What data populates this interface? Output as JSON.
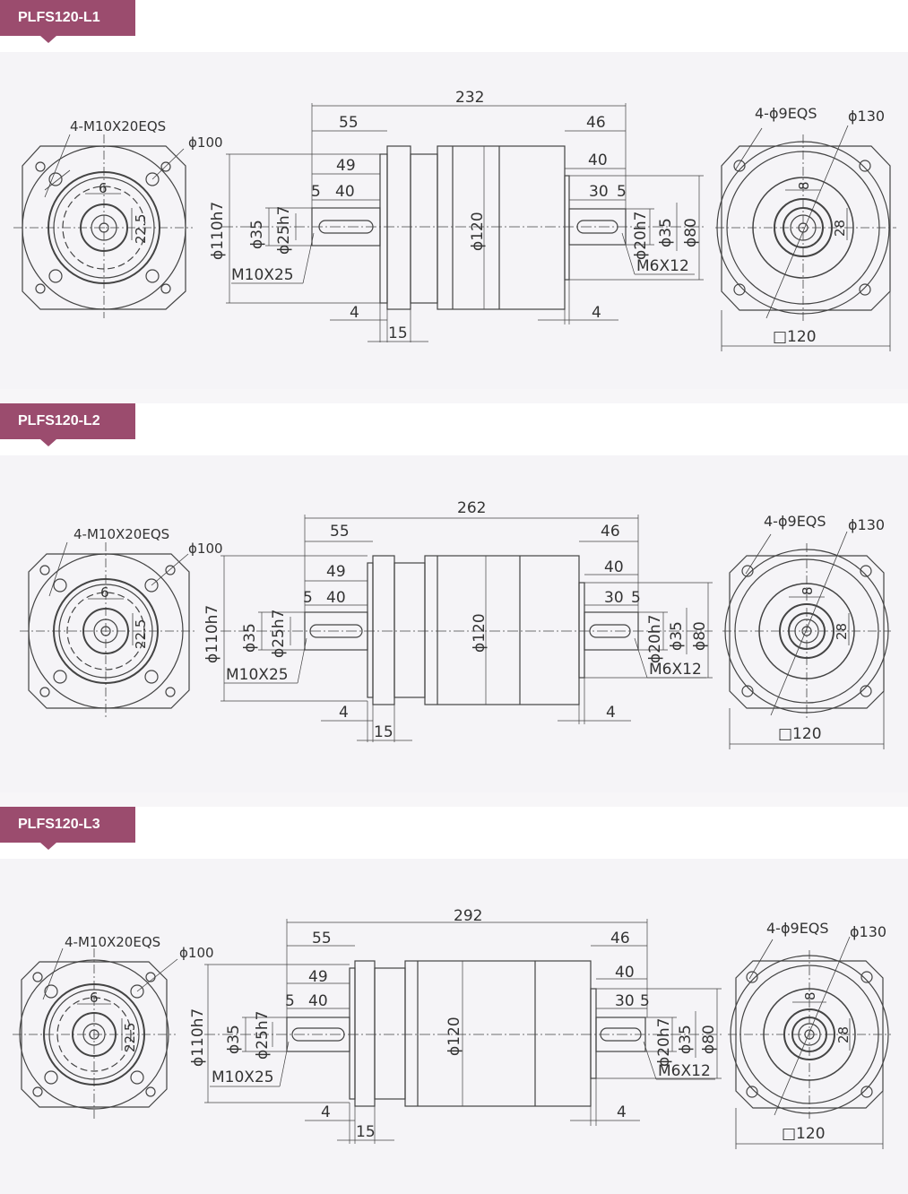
{
  "variants": [
    {
      "model": "PLFS120-L1",
      "input_flange": {
        "bolt": "4-M10X20EQS",
        "pcd": "ϕ100",
        "key_w": "6",
        "key_h": "22.5"
      },
      "side": {
        "total": "232",
        "in_len": "55",
        "out_len": "46",
        "in_49": "49",
        "in_5": "5",
        "in_40": "40",
        "out_40": "40",
        "out_30": "30",
        "out_5": "5",
        "pilot": "ϕ110h7",
        "in_d1": "ϕ35",
        "in_d2": "ϕ25h7",
        "in_thread": "M10X25",
        "body": "ϕ120",
        "out_d1": "ϕ20h7",
        "out_d2": "ϕ35",
        "out_d3": "ϕ80",
        "out_thread": "M6X12",
        "left_4": "4",
        "right_4": "4",
        "flange_15": "15"
      },
      "output_flange": {
        "holes": "4-ϕ9EQS",
        "pcd": "ϕ130",
        "key_w": "8",
        "key_h": "28",
        "square": "□120"
      }
    },
    {
      "model": "PLFS120-L2",
      "input_flange": {
        "bolt": "4-M10X20EQS",
        "pcd": "ϕ100",
        "key_w": "6",
        "key_h": "22.5"
      },
      "side": {
        "total": "262",
        "in_len": "55",
        "out_len": "46",
        "in_49": "49",
        "in_5": "5",
        "in_40": "40",
        "out_40": "40",
        "out_30": "30",
        "out_5": "5",
        "pilot": "ϕ110h7",
        "in_d1": "ϕ35",
        "in_d2": "ϕ25h7",
        "in_thread": "M10X25",
        "body": "ϕ120",
        "out_d1": "ϕ20h7",
        "out_d2": "ϕ35",
        "out_d3": "ϕ80",
        "out_thread": "M6X12",
        "left_4": "4",
        "right_4": "4",
        "flange_15": "15"
      },
      "output_flange": {
        "holes": "4-ϕ9EQS",
        "pcd": "ϕ130",
        "key_w": "8",
        "key_h": "28",
        "square": "□120"
      }
    },
    {
      "model": "PLFS120-L3",
      "input_flange": {
        "bolt": "4-M10X20EQS",
        "pcd": "ϕ100",
        "key_w": "6",
        "key_h": "22.5"
      },
      "side": {
        "total": "292",
        "in_len": "55",
        "out_len": "46",
        "in_49": "49",
        "in_5": "5",
        "in_40": "40",
        "out_40": "40",
        "out_30": "30",
        "out_5": "5",
        "pilot": "ϕ110h7",
        "in_d1": "ϕ35",
        "in_d2": "ϕ25h7",
        "in_thread": "M10X25",
        "body": "ϕ120",
        "out_d1": "ϕ20h7",
        "out_d2": "ϕ35",
        "out_d3": "ϕ80",
        "out_thread": "M6X12",
        "left_4": "4",
        "right_4": "4",
        "flange_15": "15"
      },
      "output_flange": {
        "holes": "4-ϕ9EQS",
        "pcd": "ϕ130",
        "key_w": "8",
        "key_h": "28",
        "square": "□120"
      }
    }
  ]
}
